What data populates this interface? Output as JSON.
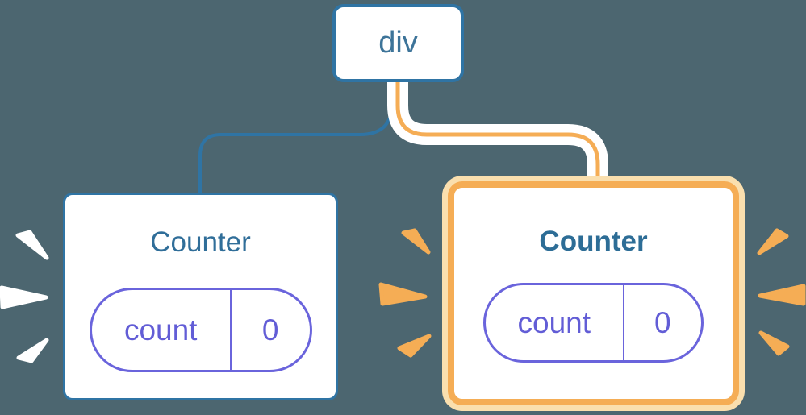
{
  "page": {
    "background": "#4C6670",
    "description": "Component tree diagram: div root with two Counter children, right Counter highlighted"
  },
  "tree": {
    "root": {
      "label": "div"
    },
    "children": [
      {
        "title": "Counter",
        "state": {
          "name": "count",
          "value": "0"
        },
        "highlighted": false
      },
      {
        "title": "Counter",
        "state": {
          "name": "count",
          "value": "0"
        },
        "highlighted": true
      }
    ]
  },
  "icons": {
    "left_sparks": "spark-burst-white",
    "middle_sparks": "spark-burst-orange",
    "right_sparks": "spark-burst-orange"
  },
  "colors": {
    "background": "#4C6670",
    "connector_blue": "#2F74A4",
    "node_border_blue": "#2F74A4",
    "node_text_blue": "#306E99",
    "highlight_orange": "#F5AD55",
    "highlight_orange_light": "#FADFAE",
    "connector_casing": "#FFFFFF",
    "state_purple_border": "#6A64DC",
    "state_purple_text": "#625DD6",
    "spark_white": "#FFFFFF",
    "box_fill": "#FFFFFF"
  }
}
